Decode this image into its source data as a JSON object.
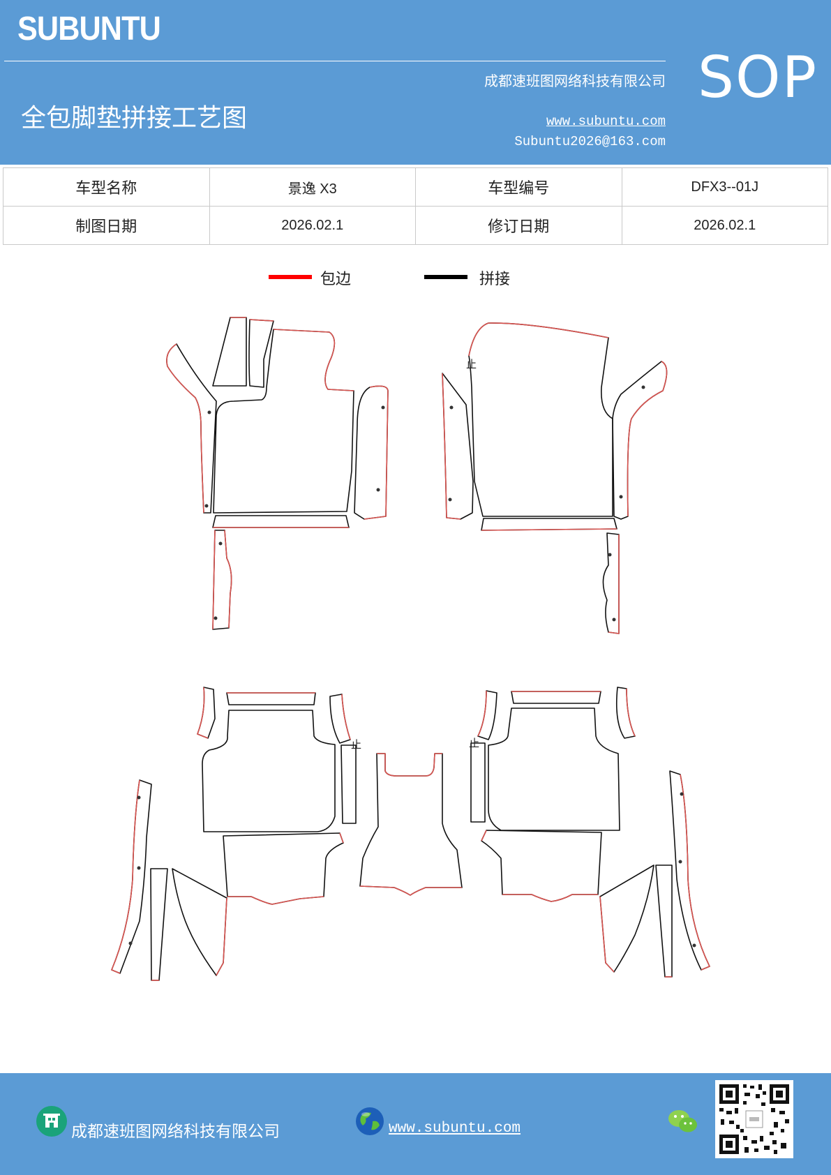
{
  "header": {
    "brand": "SUBUNTU",
    "company": "成都速班图网络科技有限公司",
    "title": "全包脚垫拼接工艺图",
    "website": "www.subuntu.com",
    "email": "Subuntu2026@163.com",
    "badge": "SOP"
  },
  "info_table": {
    "rows": [
      {
        "label1": "车型名称",
        "value1": "景逸 X3",
        "label2": "车型编号",
        "value2": "DFX3--01J"
      },
      {
        "label1": "制图日期",
        "value1": "2026.02.1",
        "label2": "修订日期",
        "value2": "2026.02.1"
      }
    ]
  },
  "legend": {
    "items": [
      {
        "label": "包边",
        "color": "#ff0000"
      },
      {
        "label": "拼接",
        "color": "#000000"
      }
    ]
  },
  "drawing": {
    "stop_mark": "止",
    "edge_color": "#d9534f",
    "seam_color": "#111111"
  },
  "footer": {
    "company": "成都速班图网络科技有限公司",
    "website": "www.subuntu.com",
    "company_icon": "building-icon",
    "website_icon": "globe-icon",
    "wechat_icon": "wechat-icon",
    "qr_icon": "qr-code-icon"
  },
  "colors": {
    "brand_blue": "#5b9bd5"
  }
}
